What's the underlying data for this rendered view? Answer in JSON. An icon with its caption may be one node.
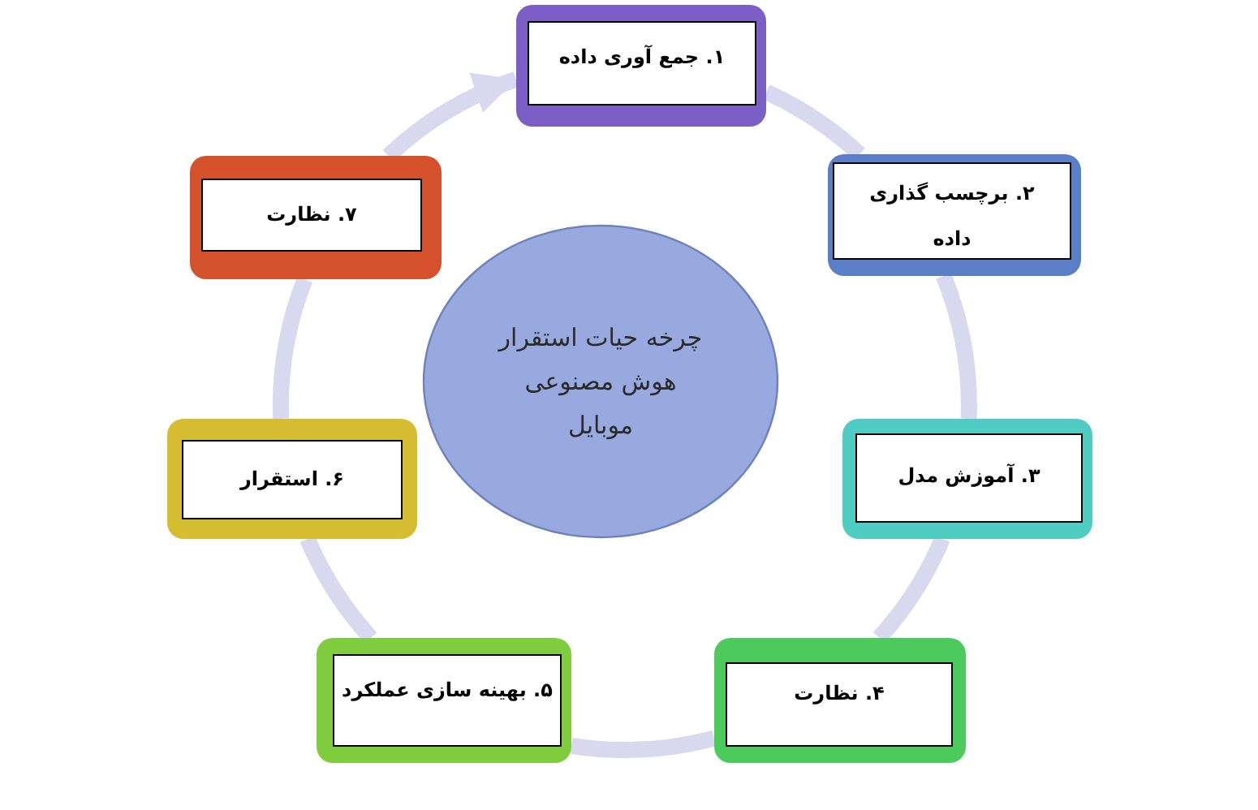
{
  "diagram": {
    "nodes": [
      {
        "text": [
          "۱. جمع آوری داده"
        ]
      },
      {
        "text": [
          "۲. برچسب گذاری داده"
        ]
      },
      {
        "text": [
          "۳. آموزش مدل"
        ]
      },
      {
        "text": [
          "۴. نظارت"
        ]
      },
      {
        "text": [
          "۵. بهینه سازی عملکرد"
        ]
      },
      {
        "text": [
          "۶. استقرار"
        ]
      },
      {
        "text": [
          "۷. نظارت"
        ]
      },
      {
        "text": [
          "چرخه حیات استقرار هوش مصنوعی موبایل"
        ]
      }
    ],
    "edges": [
      {
        "from": 0,
        "to": 1,
        "arrow": "none"
      },
      {
        "from": 1,
        "to": 2,
        "arrow": "none"
      },
      {
        "from": 2,
        "to": 3,
        "arrow": "none"
      },
      {
        "from": 3,
        "to": 4,
        "arrow": "none"
      },
      {
        "from": 4,
        "to": 5,
        "arrow": "none"
      },
      {
        "from": 5,
        "to": 6,
        "arrow": "none"
      },
      {
        "from": 6,
        "to": 0,
        "arrow": "to"
      }
    ]
  }
}
